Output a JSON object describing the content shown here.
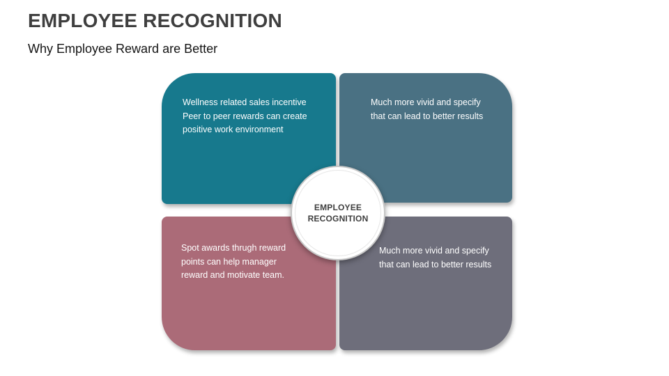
{
  "slide": {
    "title": "EMPLOYEE RECOGNITION",
    "subtitle": "Why Employee Reward are Better"
  },
  "center": {
    "label": "EMPLOYEE\nRECOGNITION"
  },
  "quadrants": [
    {
      "id": "top-left",
      "color": "#17798d",
      "text": "Wellness related sales incentive\nPeer to peer rewards can create positive work environment"
    },
    {
      "id": "top-right",
      "color": "#4a7183",
      "text": "Much more vivid and specify that can lead to better results"
    },
    {
      "id": "bottom-left",
      "color": "#ab6b78",
      "text": "Spot awards thrugh reward points can help manager reward and motivate team."
    },
    {
      "id": "bottom-right",
      "color": "#6e6e7b",
      "text": "Much more vivid and specify that can lead to better results"
    }
  ]
}
